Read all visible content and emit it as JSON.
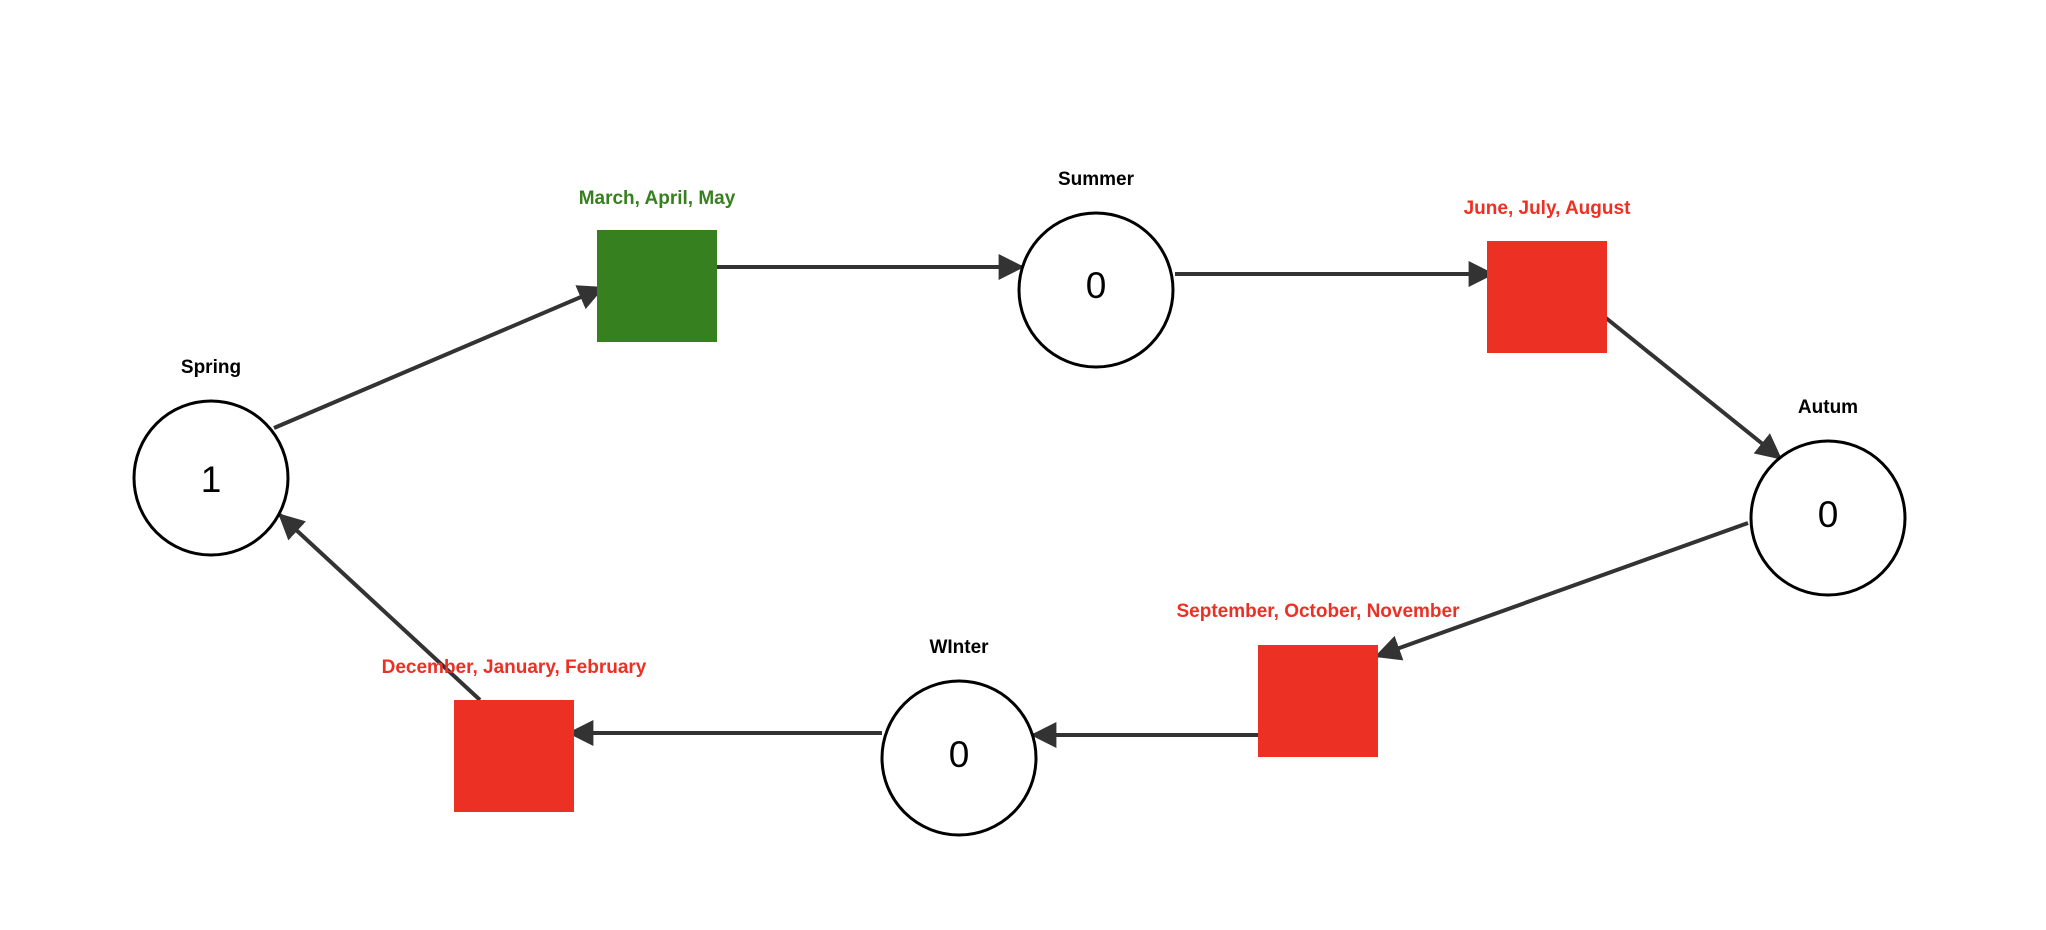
{
  "colors": {
    "enabled_transition": "#37801f",
    "disabled_transition": "#ec3124",
    "arc": "#333333",
    "place_stroke": "#000000",
    "place_label": "#000000"
  },
  "places": {
    "spring": {
      "label": "Spring",
      "tokens": "1"
    },
    "summer": {
      "label": "Summer",
      "tokens": "0"
    },
    "autumn": {
      "label": "Autum",
      "tokens": "0"
    },
    "winter": {
      "label": "WInter",
      "tokens": "0"
    }
  },
  "transitions": {
    "spring_months": {
      "label": "March, April, May",
      "state": "enabled"
    },
    "summer_months": {
      "label": "June, July, August",
      "state": "disabled"
    },
    "autumn_months": {
      "label": "September, October, November",
      "state": "disabled"
    },
    "winter_months": {
      "label": "December, January, February",
      "state": "disabled"
    }
  }
}
